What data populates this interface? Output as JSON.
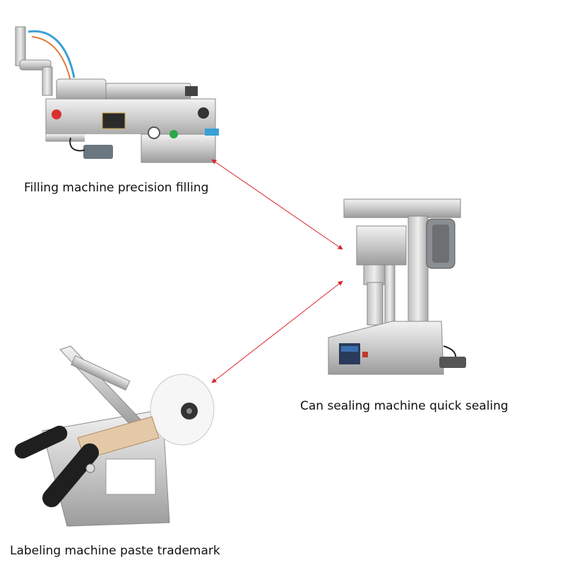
{
  "machines": {
    "filling": {
      "caption": "Filling machine precision filling",
      "icon": "filling-machine-illustration"
    },
    "sealing": {
      "caption": "Can sealing machine quick sealing",
      "icon": "can-sealing-machine-illustration"
    },
    "labeling": {
      "caption": "Labeling machine paste trademark",
      "icon": "labeling-machine-illustration"
    }
  },
  "connector_color": "#d9262c"
}
